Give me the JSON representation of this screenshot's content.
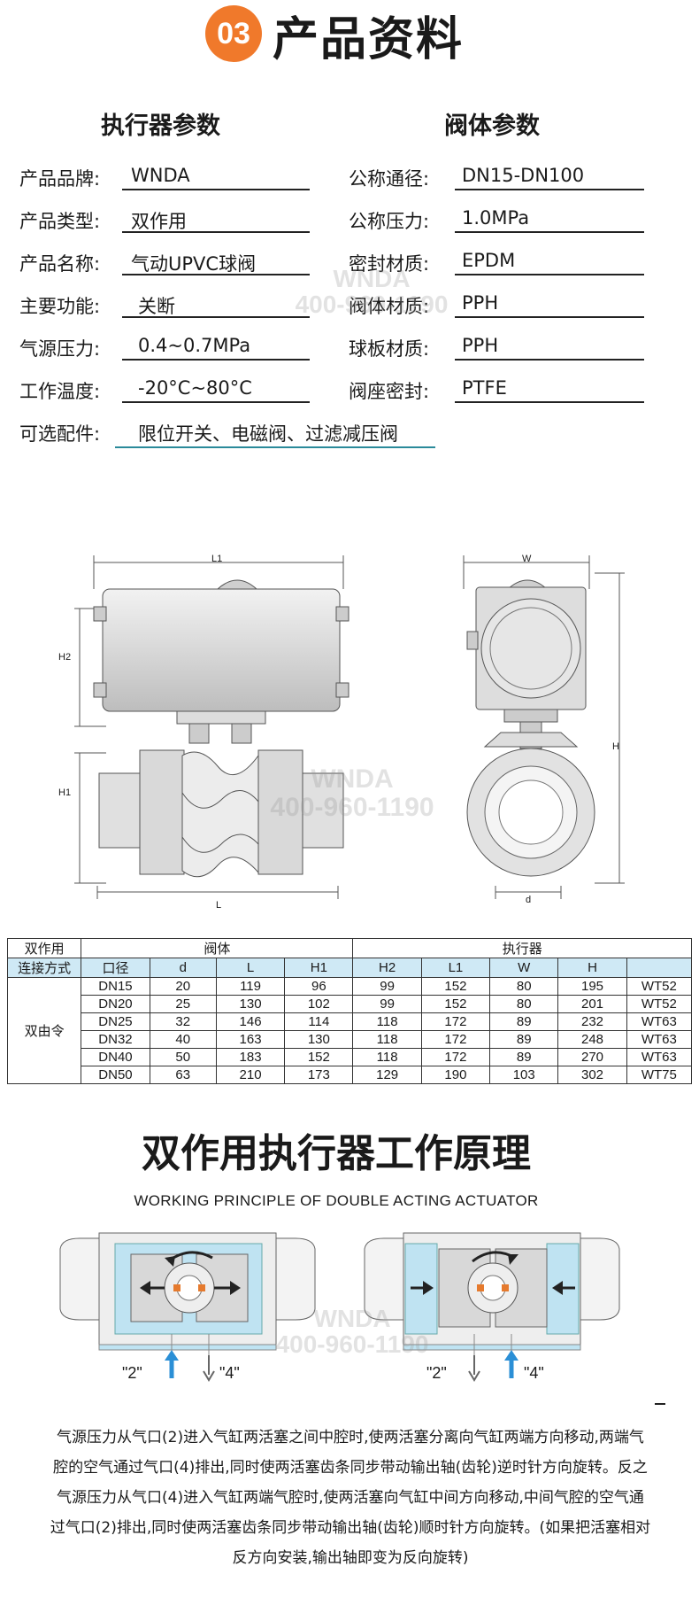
{
  "header": {
    "badge": "03",
    "title": "产品资料"
  },
  "actuator_section": {
    "title": "执行器参数",
    "rows": [
      {
        "label": "产品品牌:",
        "value": "WNDA"
      },
      {
        "label": "产品类型:",
        "value": "双作用"
      },
      {
        "label": "产品名称:",
        "value": "气动UPVC球阀"
      },
      {
        "label": "主要功能:",
        "value": "关断"
      },
      {
        "label": "气源压力:",
        "value": "0.4~0.7MPa"
      },
      {
        "label": "工作温度:",
        "value": "-20°C~80°C"
      },
      {
        "label": "可选配件:",
        "value": "限位开关、电磁阀、过滤减压阀"
      }
    ]
  },
  "valve_section": {
    "title": "阀体参数",
    "rows": [
      {
        "label": "公称通径:",
        "value": "DN15-DN100"
      },
      {
        "label": "公称压力:",
        "value": "1.0MPa"
      },
      {
        "label": "密封材质:",
        "value": "EPDM"
      },
      {
        "label": "阀体材质:",
        "value": "PPH"
      },
      {
        "label": "球板材质:",
        "value": "PPH"
      },
      {
        "label": "阀座密封:",
        "value": "PTFE"
      }
    ]
  },
  "watermark": {
    "brand": "WNDA",
    "phone": "400-960-1190"
  },
  "drawing": {
    "L1": "L1",
    "H2": "H2",
    "H1": "H1",
    "L": "L",
    "W": "W",
    "H": "H",
    "d": "d"
  },
  "table": {
    "row1": {
      "type": "双作用",
      "valve": "阀体",
      "actuator": "执行器"
    },
    "row2": [
      "连接方式",
      "口径",
      "d",
      "L",
      "H1",
      "H2",
      "L1",
      "W",
      "H"
    ],
    "group_label": "双由令",
    "rows": [
      [
        "DN15",
        "20",
        "119",
        "96",
        "99",
        "152",
        "80",
        "195",
        "WT52"
      ],
      [
        "DN20",
        "25",
        "130",
        "102",
        "99",
        "152",
        "80",
        "201",
        "WT52"
      ],
      [
        "DN25",
        "32",
        "146",
        "114",
        "118",
        "172",
        "89",
        "232",
        "WT63"
      ],
      [
        "DN32",
        "40",
        "163",
        "130",
        "118",
        "172",
        "89",
        "248",
        "WT63"
      ],
      [
        "DN40",
        "50",
        "183",
        "152",
        "118",
        "172",
        "89",
        "270",
        "WT63"
      ],
      [
        "DN50",
        "63",
        "210",
        "173",
        "129",
        "190",
        "103",
        "302",
        "WT75"
      ]
    ]
  },
  "principle": {
    "title": "双作用执行器工作原理",
    "subtitle": "WORKING PRINCIPLE OF DOUBLE ACTING ACTUATOR",
    "port2": "\"2\"",
    "port4": "\"4\"",
    "paragraph": [
      "气源压力从气口(2)进入气缸两活塞之间中腔时,使两活塞分离向气缸两端方向移动,两端气",
      "腔的空气通过气口(4)排出,同时使两活塞齿条同步带动输出轴(齿轮)逆时针方向旋转。反之",
      "气源压力从气口(4)进入气缸两端气腔时,使两活塞向气缸中间方向移动,中间气腔的空气通",
      "过气口(2)排出,同时使两活塞齿条同步带动输出轴(齿轮)顺时针方向旋转。(如果把活塞相对",
      "反方向安装,输出轴即变为反向旋转)"
    ]
  },
  "colors": {
    "accent": "#f0792b",
    "teal": "#2a8a9a",
    "table_header": "#cfe9f5",
    "cavity": "#bfe3f2",
    "arrow_blue": "#2b8fd6"
  }
}
